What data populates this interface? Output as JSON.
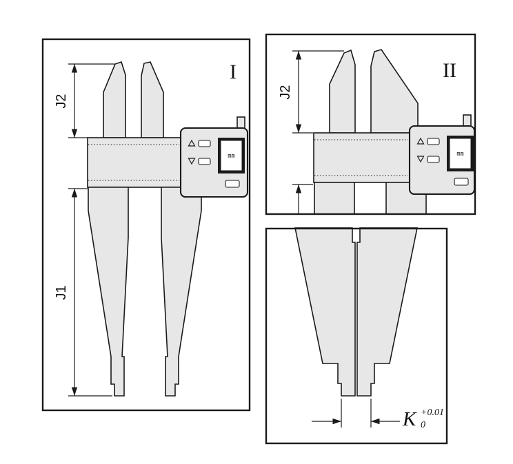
{
  "figure": {
    "panel1": {
      "label": "I",
      "dim_j2": "J2",
      "dim_j1": "J1",
      "display": {
        "unit": "mm",
        "up_icon": "triangle-up",
        "down_icon": "triangle-down"
      }
    },
    "panel2": {
      "label": "II",
      "dim_j2": "J2",
      "display": {
        "unit": "mm",
        "up_icon": "triangle-up",
        "down_icon": "triangle-down"
      }
    },
    "panel3": {
      "dim_k": "K",
      "tolerance_upper": "+0.01",
      "tolerance_lower": "0"
    },
    "colors": {
      "metal_fill": "#e7e7e7",
      "outline": "#1a1a1a",
      "screen_fill": "#ffffff",
      "background": "#ffffff"
    }
  }
}
